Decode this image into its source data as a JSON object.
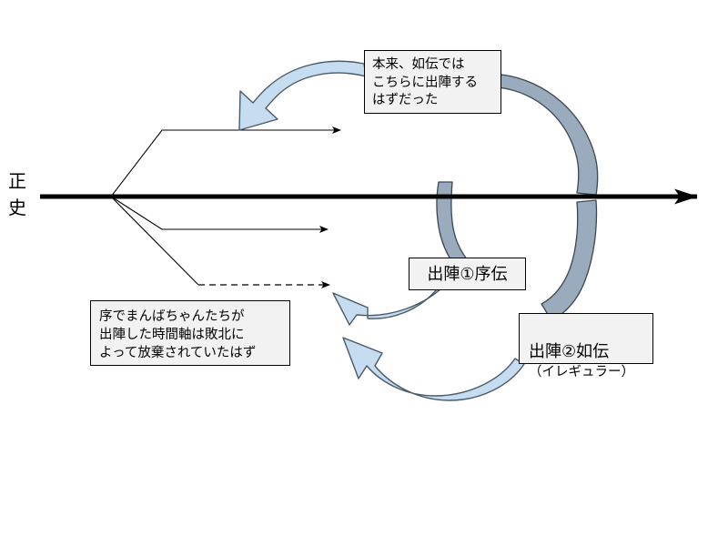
{
  "diagram": {
    "title_label": "正史",
    "axis": {
      "name_chars": [
        "正",
        "史"
      ],
      "direction": "left-to-right",
      "color": "#000000"
    },
    "colors": {
      "background": "#ffffff",
      "box_fill": "#f2f2f2",
      "box_border": "#000000",
      "line": "#000000",
      "arrow_light_fill": "#c6dcf0",
      "arrow_light_stroke": "#4a5a6a",
      "ribbon_fill": "#9aabbd",
      "ribbon_stroke": "#3d4752"
    },
    "boxes": [
      {
        "id": "honrai",
        "text": "本来、如伝では\nこちらに出陣する\nはずだった"
      },
      {
        "id": "josetsu",
        "text": "序でまんばちゃんたちが\n出陣した時間軸は敗北に\nよって放棄されていたはず"
      },
      {
        "id": "shutsujin1",
        "text": "出陣①序伝"
      },
      {
        "id": "shutsujin2",
        "text": "出陣②如伝",
        "sub_text": "（イレギュラー）"
      }
    ],
    "branches": [
      {
        "id": "branch-upper",
        "style": "solid",
        "note": "upper timeline branch with arrowhead"
      },
      {
        "id": "branch-middle",
        "style": "solid",
        "note": "middle timeline branch with arrowhead"
      },
      {
        "id": "branch-lower",
        "style": "dashed",
        "note": "abandoned timeline branch, dashed, with arrowhead"
      }
    ],
    "arrows": [
      {
        "id": "arrow-top-curved",
        "kind": "light-blue-block-arrow",
        "from": "honrai",
        "to": "branch-upper"
      },
      {
        "id": "ribbon-right",
        "kind": "gray-ribbon",
        "from": "shutsujin2",
        "to": "honrai"
      },
      {
        "id": "ribbon-shutsujin1",
        "kind": "gray-ribbon",
        "from": "shutsujin1",
        "to": "axis"
      },
      {
        "id": "arrow-lower-inner",
        "kind": "light-blue-block-arrow",
        "from": "shutsujin1",
        "to": "branch-lower"
      },
      {
        "id": "arrow-lower-outer",
        "kind": "light-blue-block-arrow",
        "from": "shutsujin2",
        "to": "branch-lower"
      }
    ]
  }
}
